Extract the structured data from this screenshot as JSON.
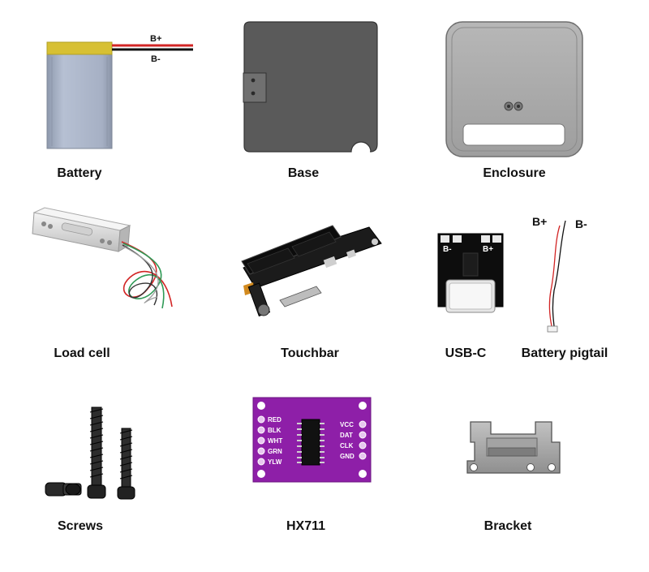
{
  "components": {
    "battery": {
      "label": "Battery",
      "wire_pos": "B+",
      "wire_neg": "B-"
    },
    "base": {
      "label": "Base"
    },
    "enclosure": {
      "label": "Enclosure"
    },
    "load_cell": {
      "label": "Load cell"
    },
    "touchbar": {
      "label": "Touchbar"
    },
    "usbc": {
      "label": "USB-C",
      "pad_neg": "B-",
      "pad_pos": "B+"
    },
    "pigtail": {
      "label": "Battery pigtail",
      "wire_pos": "B+",
      "wire_neg": "B-"
    },
    "screws": {
      "label": "Screws"
    },
    "hx711": {
      "label": "HX711",
      "pins_left": [
        "RED",
        "BLK",
        "WHT",
        "GRN",
        "YLW"
      ],
      "pins_right": [
        "VCC",
        "DAT",
        "CLK",
        "GND"
      ]
    },
    "bracket": {
      "label": "Bracket"
    }
  },
  "colors": {
    "battery_body": "#a9b4c8",
    "battery_cap": "#d9c231",
    "base_body": "#595959",
    "enclosure_body": "#a8a8a8",
    "pcb_purple": "#8e1fa8",
    "pcb_black": "#0d0d0d",
    "wire_red": "#d22424",
    "wire_black": "#111111",
    "wire_green": "#2f9a56"
  }
}
